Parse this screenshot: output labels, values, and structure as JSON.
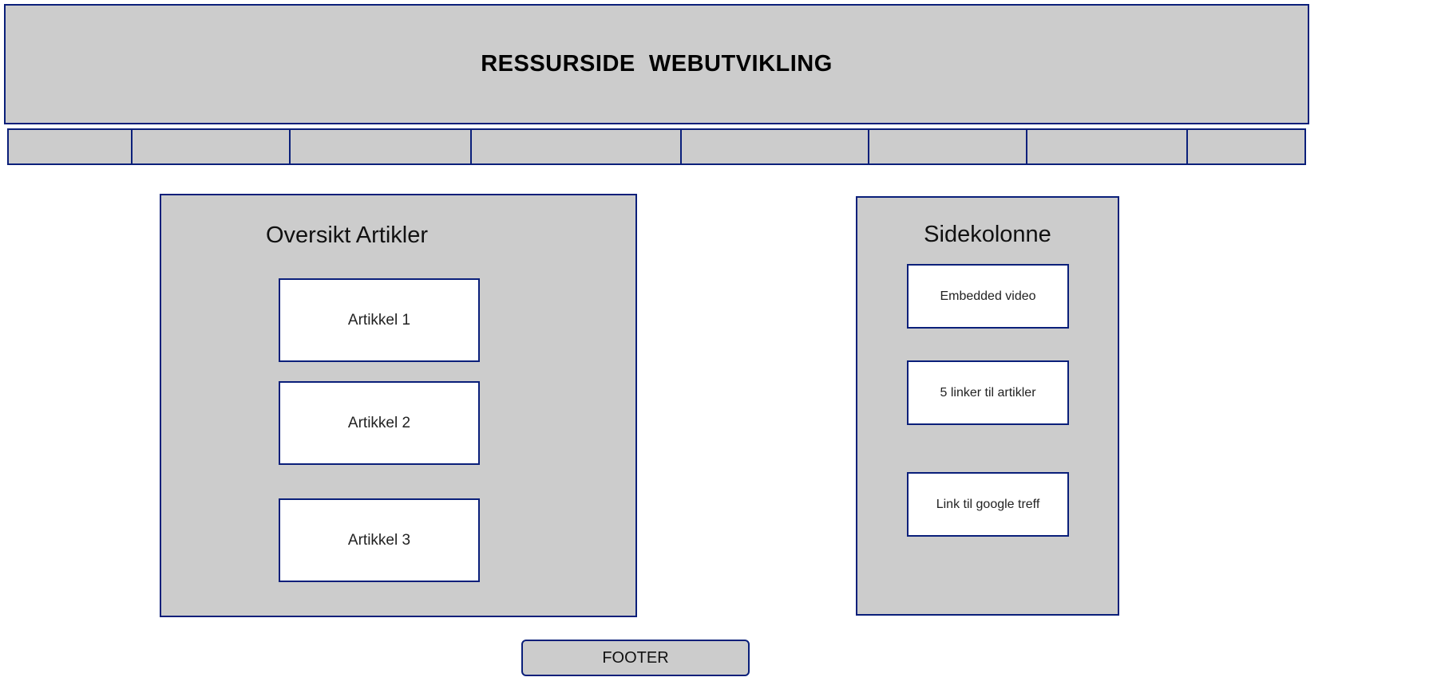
{
  "header": {
    "title": "RESSURSIDE  WEBUTVIKLING"
  },
  "nav": {
    "item_count": 8
  },
  "main": {
    "title": "Oversikt Artikler",
    "articles": [
      "Artikkel 1",
      "Artikkel 2",
      "Artikkel 3"
    ]
  },
  "sidebar": {
    "title": "Sidekolonne",
    "boxes": [
      "Embedded video",
      "5 linker til artikler",
      "Link til google treff"
    ]
  },
  "footer": {
    "label": "FOOTER"
  },
  "colors": {
    "border": "#0a1f7a",
    "panel_fill": "#cccccc",
    "box_fill": "#ffffff"
  }
}
